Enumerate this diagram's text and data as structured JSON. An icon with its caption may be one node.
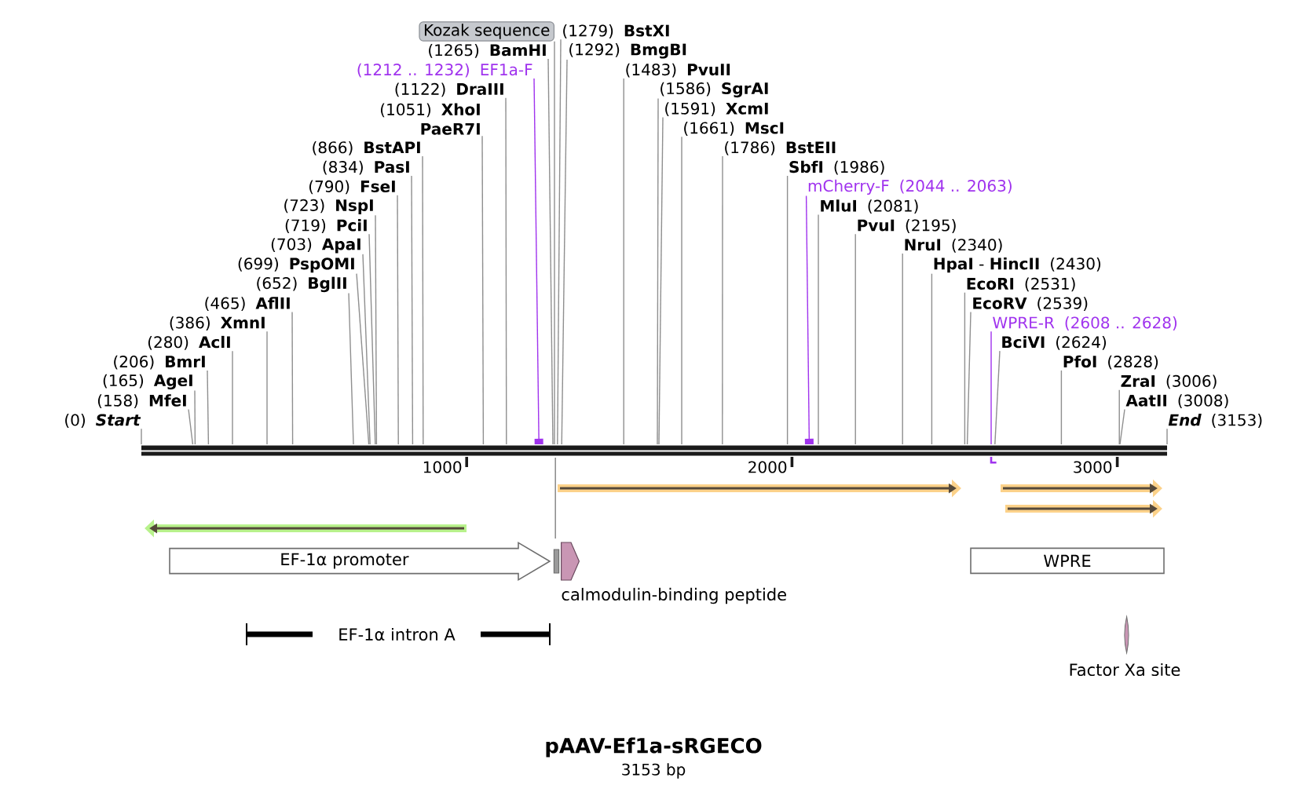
{
  "diagram": {
    "title": "pAAV-Ef1a-sRGECO",
    "nodes": [
      {
        "text": [
          "(0)",
          "Start"
        ]
      },
      {
        "text": [
          "(158)",
          "MfeI"
        ]
      },
      {
        "text": [
          "(165)",
          "AgeI"
        ]
      },
      {
        "text": [
          "(206)",
          "BmrI"
        ]
      },
      {
        "text": [
          "(280)",
          "AclI"
        ]
      },
      {
        "text": [
          "(386)",
          "XmnI"
        ]
      },
      {
        "text": [
          "(465)",
          "AflII"
        ]
      },
      {
        "text": [
          "(652)",
          "BglII"
        ]
      },
      {
        "text": [
          "(699)",
          "PspOMI"
        ]
      },
      {
        "text": [
          "(703)",
          "ApaI"
        ]
      },
      {
        "text": [
          "(719)",
          "PciI"
        ]
      },
      {
        "text": [
          "(723)",
          "NspI"
        ]
      },
      {
        "text": [
          "(790)",
          "FseI"
        ]
      },
      {
        "text": [
          "(834)",
          "PasI"
        ]
      },
      {
        "text": [
          "(866)",
          "BstAPI"
        ]
      },
      {
        "text": [
          "(1051)",
          "XhoI",
          "PaeR7I"
        ]
      },
      {
        "text": [
          "(1122)",
          "DraIII"
        ]
      },
      {
        "text": [
          "(1212 .. 1232)",
          "EF1a-F"
        ]
      },
      {
        "text": [
          "(1265)",
          "BamHI"
        ]
      },
      {
        "text": [
          "Kozak sequence"
        ]
      },
      {
        "text": [
          "(1279)",
          "BstXI"
        ]
      },
      {
        "text": [
          "(1292)",
          "BmgBI"
        ]
      },
      {
        "text": [
          "(1483)",
          "PvuII"
        ]
      },
      {
        "text": [
          "(1586)",
          "SgrAI"
        ]
      },
      {
        "text": [
          "(1591)",
          "XcmI"
        ]
      },
      {
        "text": [
          "(1661)",
          "MscI"
        ]
      },
      {
        "text": [
          "(1786)",
          "BstEII"
        ]
      },
      {
        "text": [
          "SbfI",
          "(1986)"
        ]
      },
      {
        "text": [
          "mCherry-F",
          "(2044 .. 2063)"
        ]
      },
      {
        "text": [
          "MluI",
          "(2081)"
        ]
      },
      {
        "text": [
          "PvuI",
          "(2195)"
        ]
      },
      {
        "text": [
          "NruI",
          "(2340)"
        ]
      },
      {
        "text": [
          "**HpaI** - **HincII**",
          "(2430)"
        ]
      },
      {
        "text": [
          "EcoRI",
          "(2531)"
        ]
      },
      {
        "text": [
          "EcoRV",
          "(2539)"
        ]
      },
      {
        "text": [
          "WPRE-R",
          "(2608 .. 2628)"
        ]
      },
      {
        "text": [
          "BciVI",
          "(2624)"
        ]
      },
      {
        "text": [
          "PfoI",
          "(2828)"
        ]
      },
      {
        "text": [
          "ZraI",
          "(3006)"
        ]
      },
      {
        "text": [
          "AatII",
          "(3008)"
        ]
      },
      {
        "text": [
          "End",
          "(3153)"
        ]
      },
      {
        "text": [],
        "shape": "bar",
        "beside": [
          "1000",
          "2000",
          "3000"
        ]
      },
      {
        "text": [
          "EF-1α promoter"
        ]
      },
      {
        "text": [
          "WPRE"
        ]
      }
    ],
    "edges": [
      {
        "from": 0,
        "to": 41,
        "arrow": "none"
      },
      {
        "from": 1,
        "to": 41,
        "arrow": "none"
      },
      {
        "from": 2,
        "to": 41,
        "arrow": "none"
      },
      {
        "from": 3,
        "to": 41,
        "arrow": "none"
      },
      {
        "from": 4,
        "to": 41,
        "arrow": "none"
      },
      {
        "from": 5,
        "to": 41,
        "arrow": "none"
      },
      {
        "from": 6,
        "to": 41,
        "arrow": "none"
      },
      {
        "from": 7,
        "to": 41,
        "arrow": "none"
      },
      {
        "from": 8,
        "to": 41,
        "arrow": "none"
      },
      {
        "from": 9,
        "to": 41,
        "arrow": "none"
      },
      {
        "from": 10,
        "to": 41,
        "arrow": "none"
      },
      {
        "from": 11,
        "to": 41,
        "arrow": "none"
      },
      {
        "from": 12,
        "to": 41,
        "arrow": "none"
      },
      {
        "from": 13,
        "to": 41,
        "arrow": "none"
      },
      {
        "from": 14,
        "to": 41,
        "arrow": "none"
      },
      {
        "from": 15,
        "to": 41,
        "arrow": "none"
      },
      {
        "from": 16,
        "to": 41,
        "arrow": "none"
      },
      {
        "from": 17,
        "to": 41,
        "arrow": "other",
        "color": "#a033ee"
      },
      {
        "from": 18,
        "to": 41,
        "arrow": "none"
      },
      {
        "from": 19,
        "to": 41,
        "arrow": "none"
      },
      {
        "from": 20,
        "to": 41,
        "arrow": "none"
      },
      {
        "from": 21,
        "to": 41,
        "arrow": "none"
      },
      {
        "from": 22,
        "to": 41,
        "arrow": "none"
      },
      {
        "from": 23,
        "to": 41,
        "arrow": "none"
      },
      {
        "from": 24,
        "to": 41,
        "arrow": "none"
      },
      {
        "from": 25,
        "to": 41,
        "arrow": "none"
      },
      {
        "from": 26,
        "to": 41,
        "arrow": "none"
      },
      {
        "from": 27,
        "to": 41,
        "arrow": "none"
      },
      {
        "from": 28,
        "to": 41,
        "arrow": "other",
        "color": "#a033ee"
      },
      {
        "from": 29,
        "to": 41,
        "arrow": "none"
      },
      {
        "from": 30,
        "to": 41,
        "arrow": "none"
      },
      {
        "from": 31,
        "to": 41,
        "arrow": "none"
      },
      {
        "from": 32,
        "to": 41,
        "arrow": "none"
      },
      {
        "from": 33,
        "to": 41,
        "arrow": "none"
      },
      {
        "from": 34,
        "to": 41,
        "arrow": "none"
      },
      {
        "from": 35,
        "to": 41,
        "arrow": "none",
        "color": "#a033ee"
      },
      {
        "from": 36,
        "to": 41,
        "arrow": "none"
      },
      {
        "from": 37,
        "to": 41,
        "arrow": "none"
      },
      {
        "from": 38,
        "to": 41,
        "arrow": "none"
      },
      {
        "from": 39,
        "to": 41,
        "arrow": "none"
      },
      {
        "from": 40,
        "to": 41,
        "arrow": "none"
      }
    ],
    "labels": [
      "calmodulin-binding peptide",
      "EF-1α intron A",
      "Factor Xa site",
      "3153 bp"
    ]
  }
}
